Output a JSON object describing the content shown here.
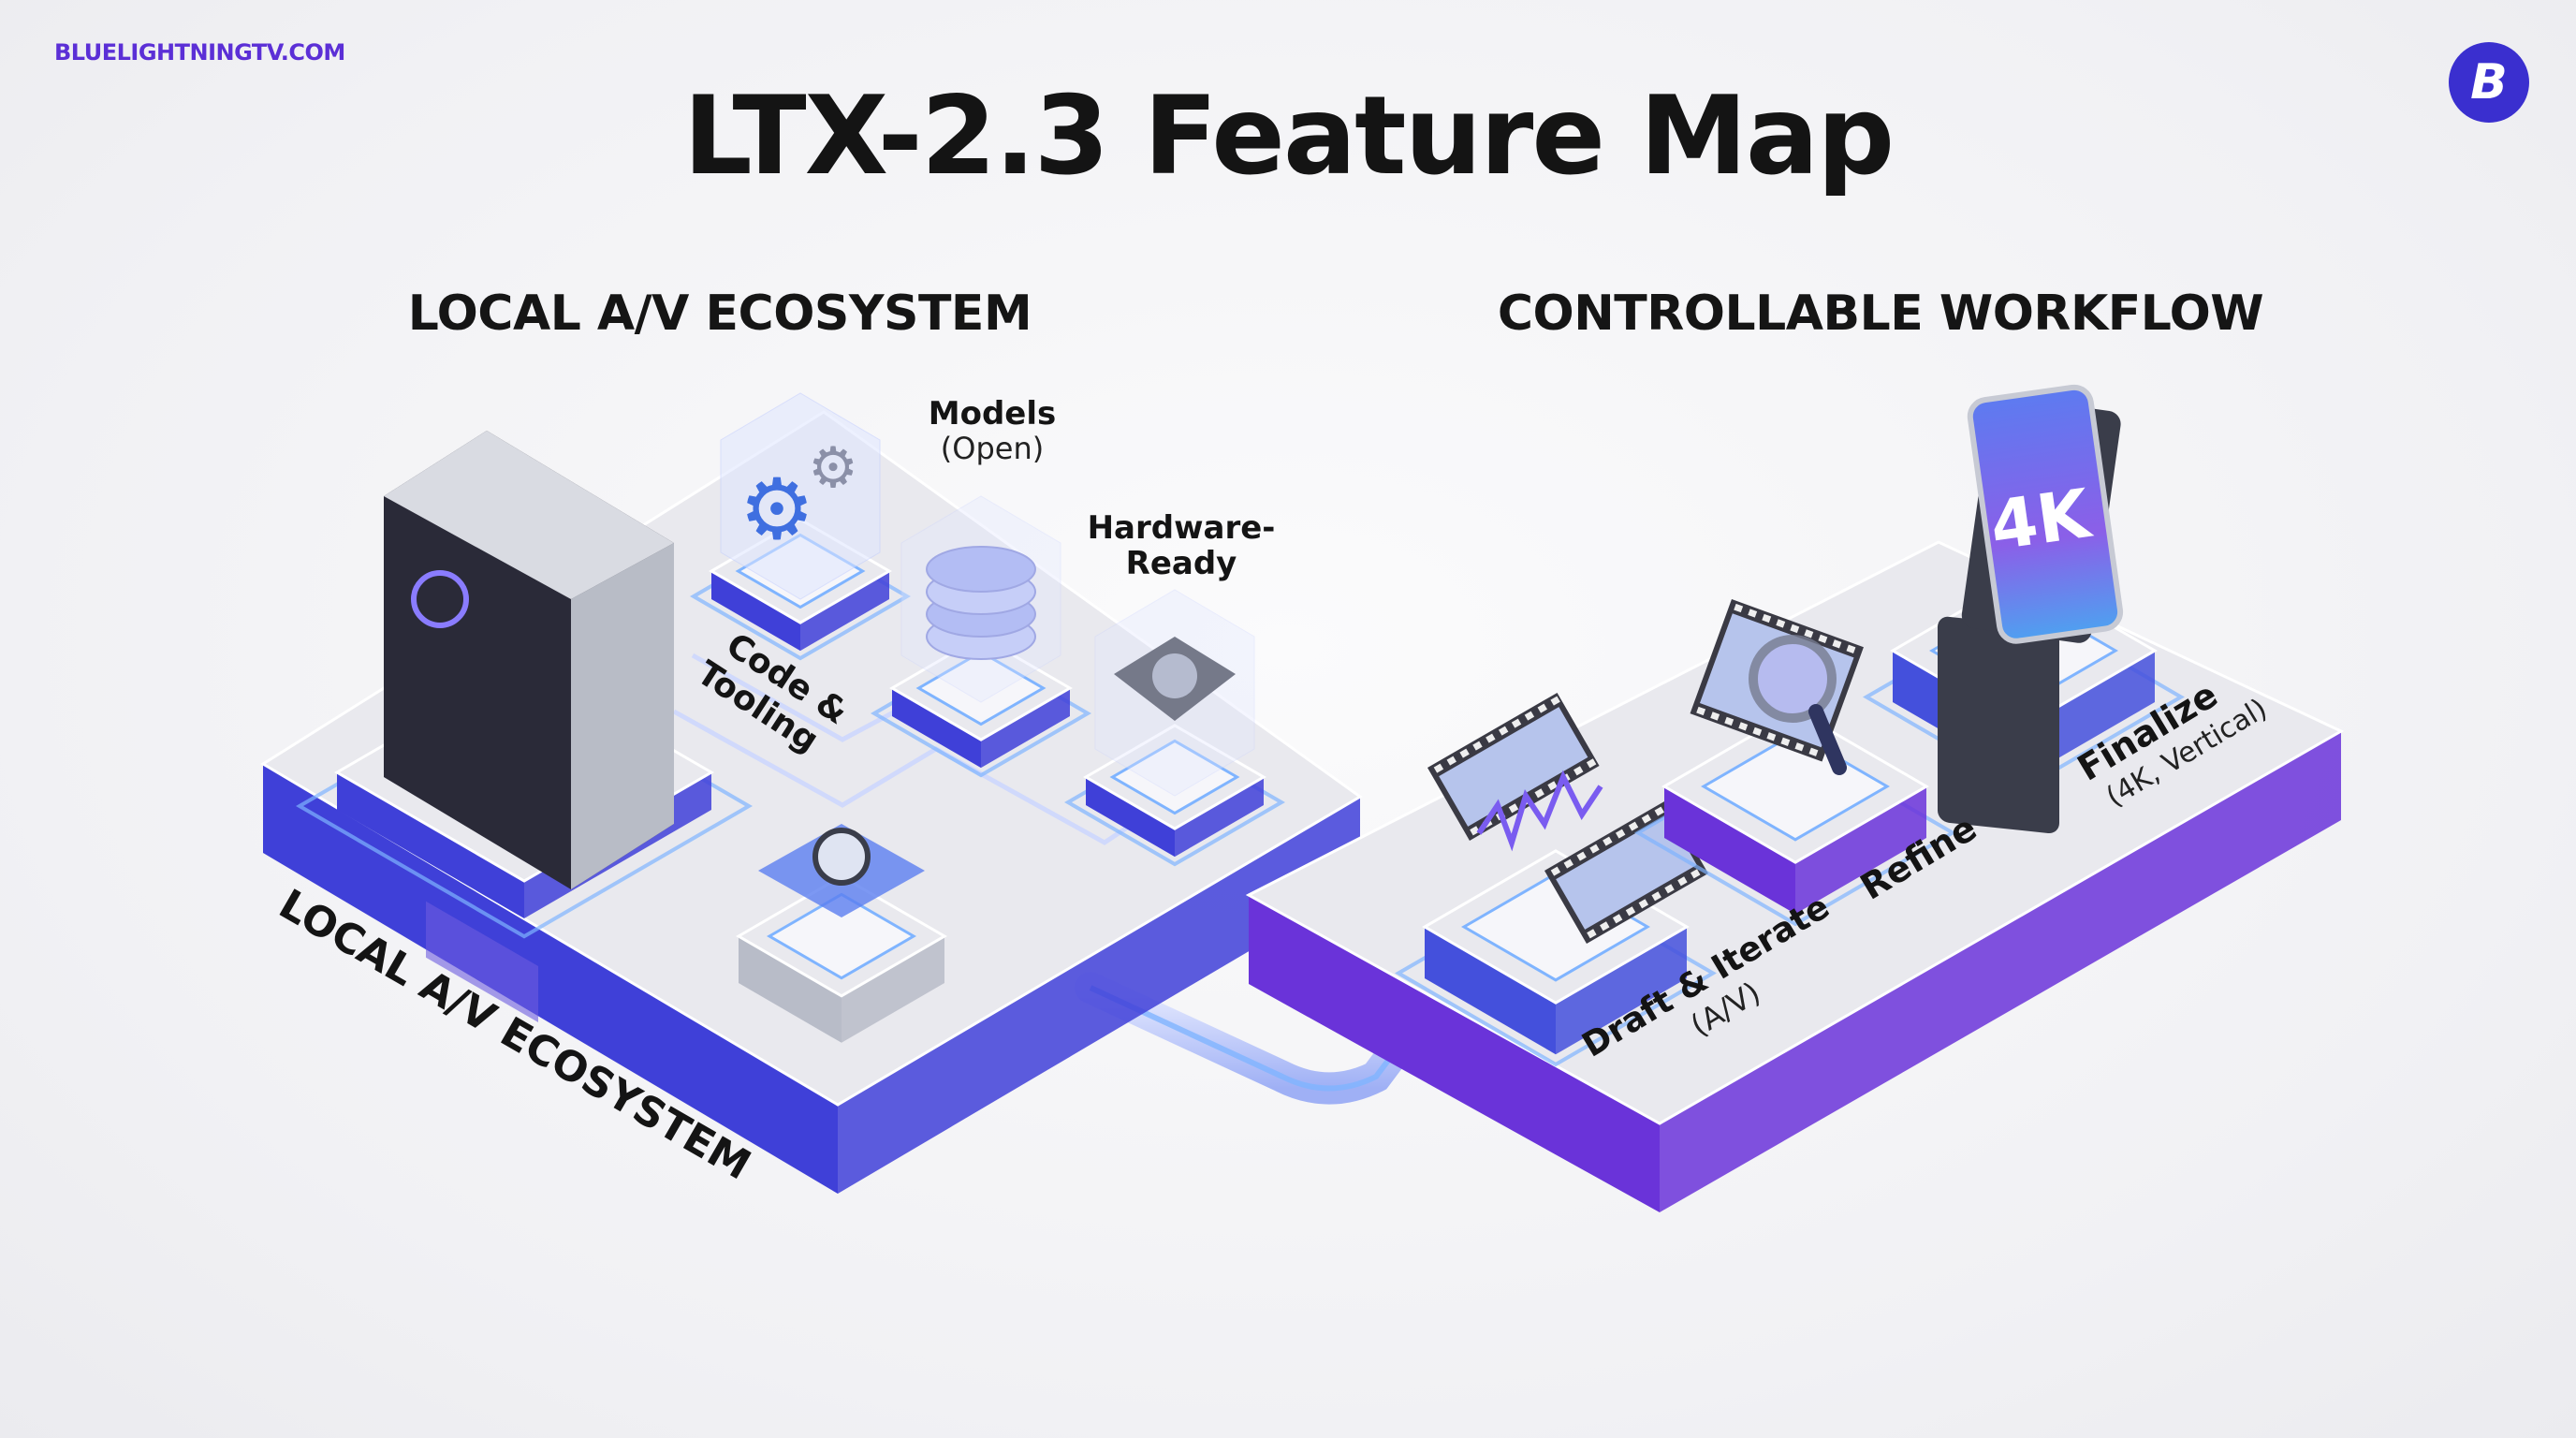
{
  "brand": {
    "site": "BLUELIGHTNINGTV.COM",
    "badge_letter": "B"
  },
  "title": "LTX-2.3 Feature Map",
  "sections": {
    "left_heading": "LOCAL A/V ECOSYSTEM",
    "right_heading": "CONTROLLABLE WORKFLOW"
  },
  "left_platform": {
    "side_label": "LOCAL A/V ECOSYSTEM",
    "nodes": {
      "code": {
        "line1": "Code &",
        "line2": "Tooling"
      },
      "models": {
        "line1": "Models",
        "line2": "(Open)"
      },
      "hardware": {
        "line1": "Hardware-",
        "line2": "Ready"
      }
    }
  },
  "right_platform": {
    "steps": {
      "draft": {
        "line1": "Draft & Iterate",
        "line2": "(A/V)"
      },
      "refine": {
        "line1": "Refine"
      },
      "finalize": {
        "line1": "Finalize",
        "line2": "(4K, Vertical)"
      }
    },
    "screen_text": "4K"
  },
  "colors": {
    "brand": "#5b2fd6",
    "badge": "#3a2fcf",
    "left_platform": "#3f40d8",
    "right_platform": "#6a33d9",
    "platform_top": "#e9e9ee",
    "glow": "#7fb4ff"
  }
}
